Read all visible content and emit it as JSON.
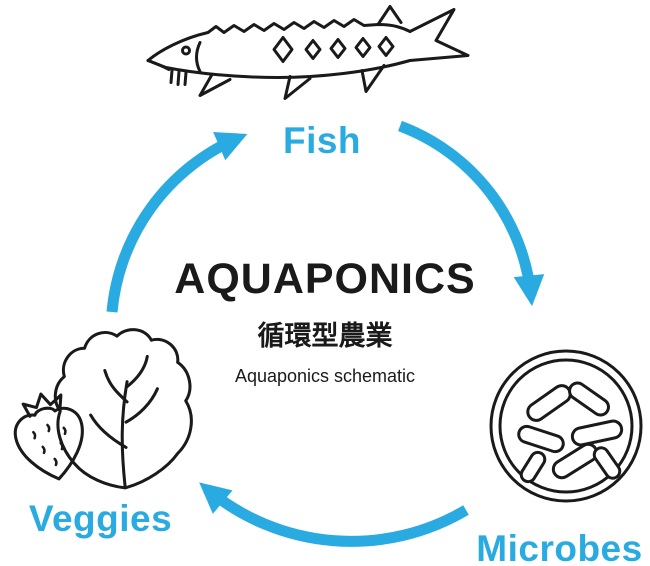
{
  "diagram": {
    "title": "AQUAPONICS",
    "subtitle_jp": "循環型農業",
    "subtitle_en": "Aquaponics schematic",
    "accent_color": "#29abe2",
    "line_color": "#1a1a1a",
    "nodes": {
      "fish": {
        "label": "Fish",
        "icon": "fish-icon"
      },
      "microbes": {
        "label": "Microbes",
        "icon": "microbes-icon"
      },
      "veggies": {
        "label": "Veggies",
        "icon": "veggies-icon"
      }
    },
    "arrows": [
      {
        "from": "Fish",
        "to": "Microbes"
      },
      {
        "from": "Microbes",
        "to": "Veggies"
      },
      {
        "from": "Veggies",
        "to": "Fish"
      }
    ]
  }
}
